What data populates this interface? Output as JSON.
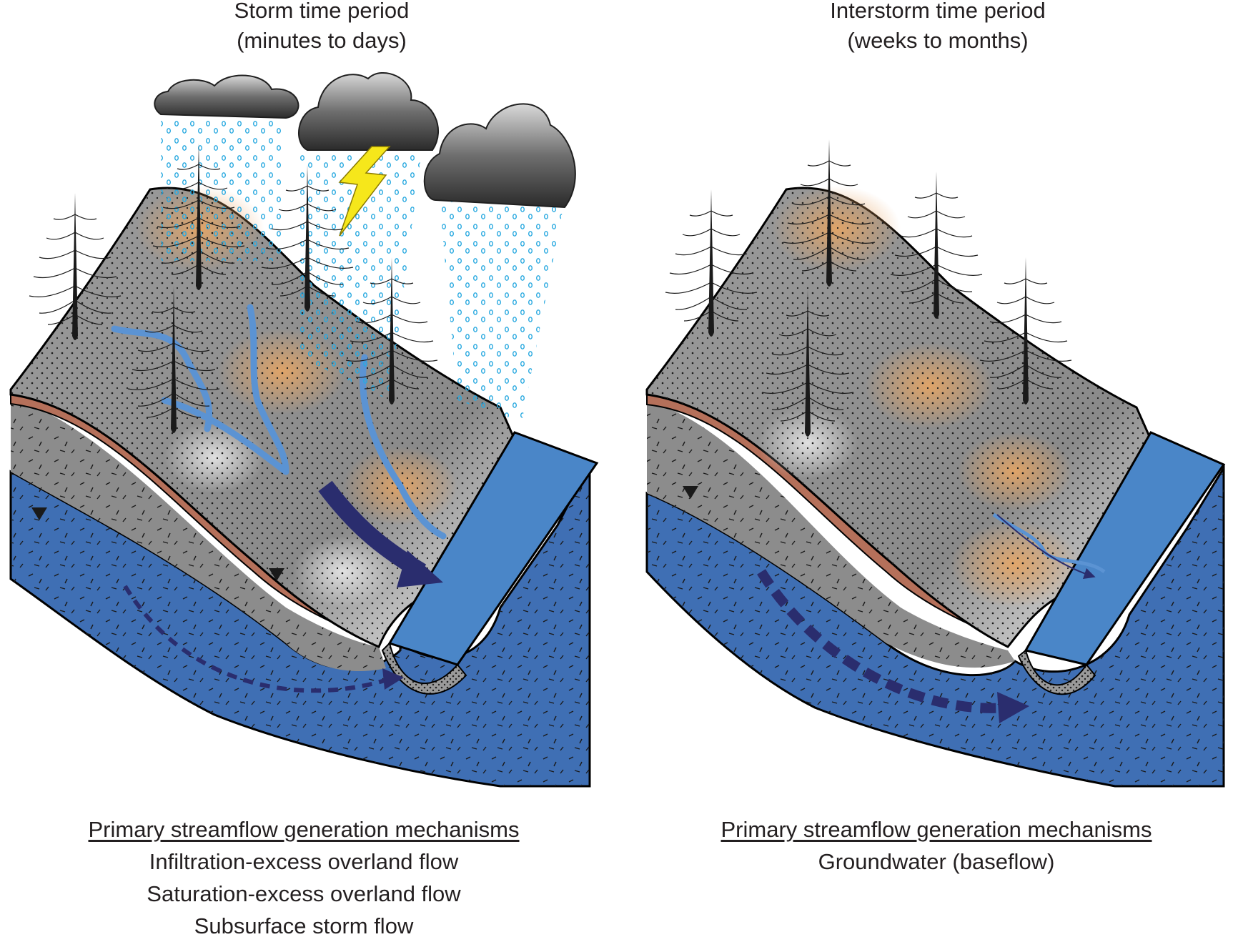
{
  "left_panel": {
    "title_line1": "Storm time period",
    "title_line2": "(minutes to days)",
    "mechanisms_heading": "Primary streamflow generation mechanisms",
    "mechanisms": [
      "Infiltration-excess overland flow",
      "Saturation-excess overland flow",
      "Subsurface storm flow"
    ]
  },
  "right_panel": {
    "title_line1": "Interstorm time period",
    "title_line2": "(weeks to months)",
    "mechanisms_heading": "Primary streamflow generation mechanisms",
    "mechanisms": [
      "Groundwater (baseflow)"
    ]
  },
  "colors": {
    "hillslope_gray": "#8c8c8c",
    "soil_layer": "#b5705a",
    "groundwater_blue": "#3f6fb4",
    "stream_blue": "#4a86c8",
    "overland_flow_blue": "#5b93d3",
    "flow_arrow_navy": "#2a2d6e",
    "cloud_gray": "#4a4a4a",
    "rain_cyan": "#29a9e0",
    "lightning_yellow": "#f6e71b"
  }
}
